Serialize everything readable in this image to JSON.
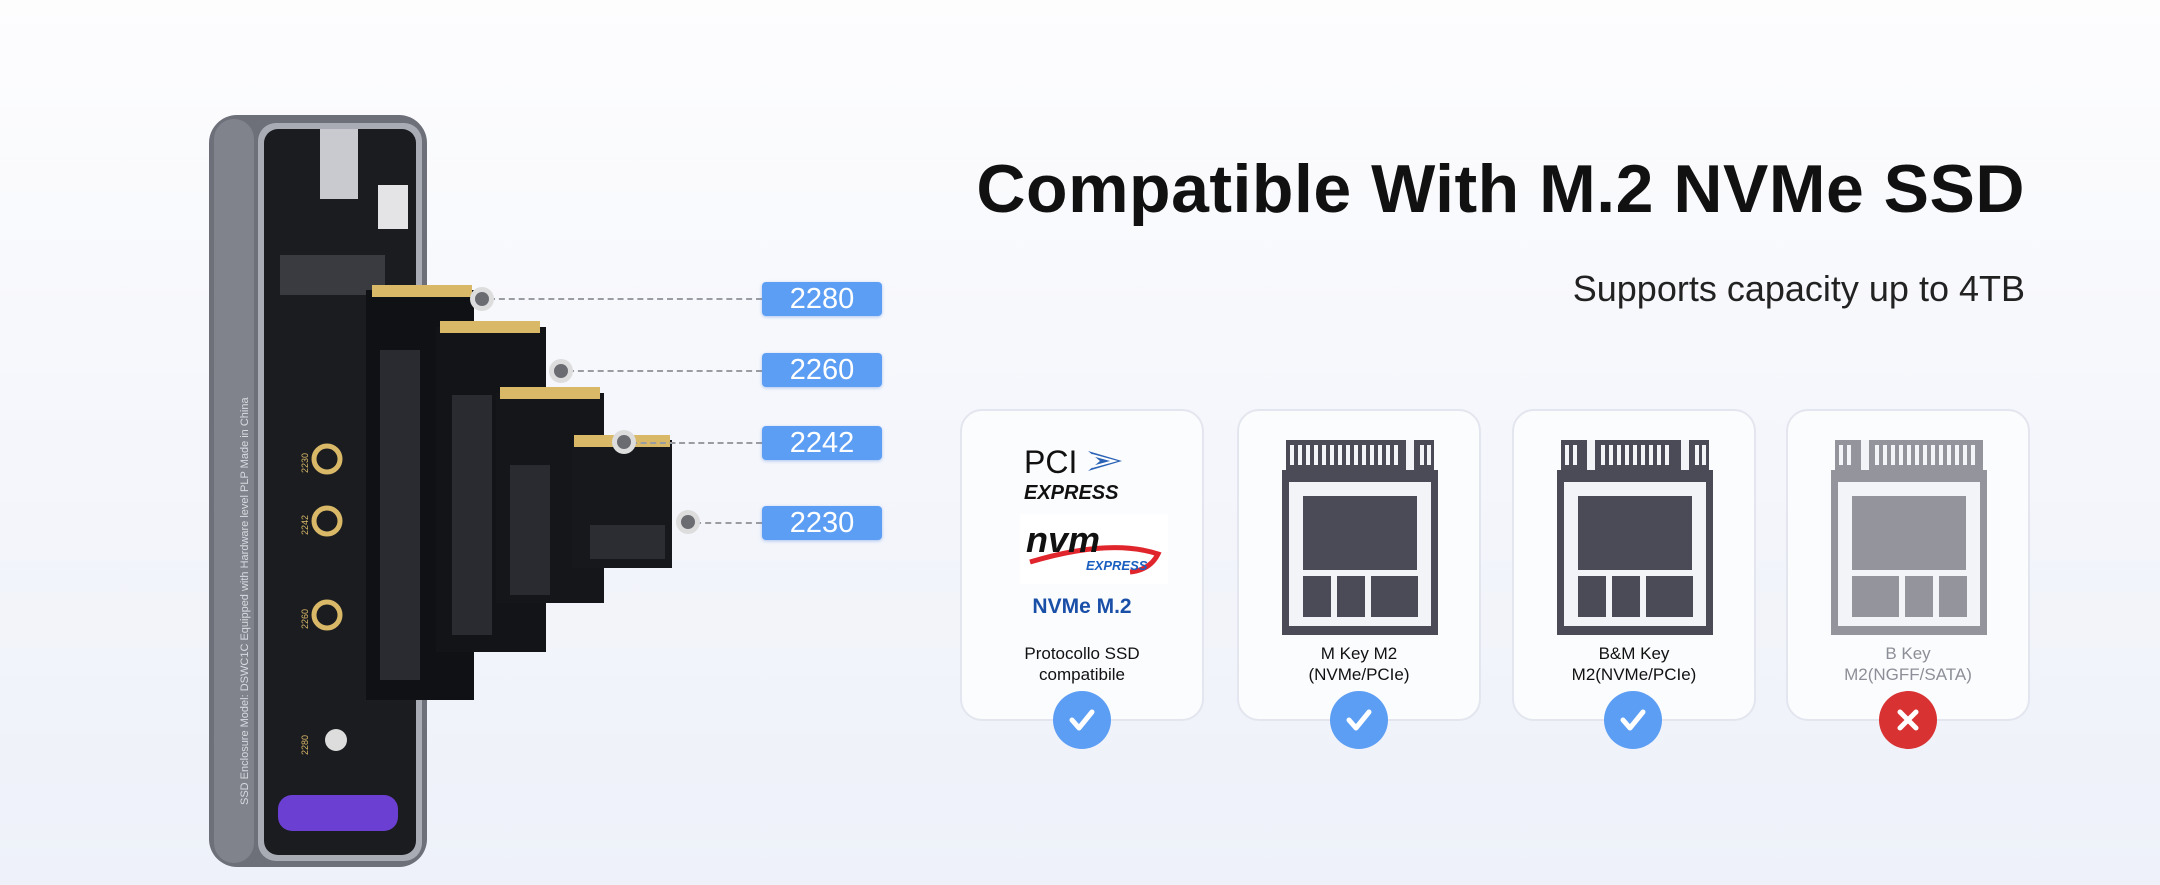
{
  "header": {
    "title": "Compatible With M.2 NVMe SSD",
    "subtitle": "Supports capacity up to 4TB"
  },
  "sizes": [
    "2280",
    "2260",
    "2242",
    "2230"
  ],
  "device": {
    "side_text": "SSD Enclosure   Model: DSWC1C   Equipped with Hardware level PLP   Made in China",
    "hole_labels": [
      "2230",
      "2242",
      "2260",
      "2280"
    ]
  },
  "cards": [
    {
      "label_line1": "Protocollo SSD",
      "label_line2": "compatibile",
      "logo_pci": "PCI EXPRESS",
      "logo_nvm": "nvm EXPRESS",
      "logo_text": "NVMe M.2",
      "status": "supported",
      "icon": "check-icon"
    },
    {
      "label_line1": "M Key M2",
      "label_line2": "(NVMe/PCIe)",
      "status": "supported",
      "icon": "check-icon"
    },
    {
      "label_line1": "B&M Key",
      "label_line2": "M2(NVMe/PCIe)",
      "status": "supported",
      "icon": "check-icon"
    },
    {
      "label_line1": "B Key",
      "label_line2": "M2(NGFF/SATA)",
      "status": "unsupported",
      "icon": "x-icon"
    }
  ],
  "colors": {
    "check": "#5d9ef5",
    "cross": "#d83232",
    "ssd_dark": "#4a4b57",
    "ssd_dim": "#94959c"
  }
}
